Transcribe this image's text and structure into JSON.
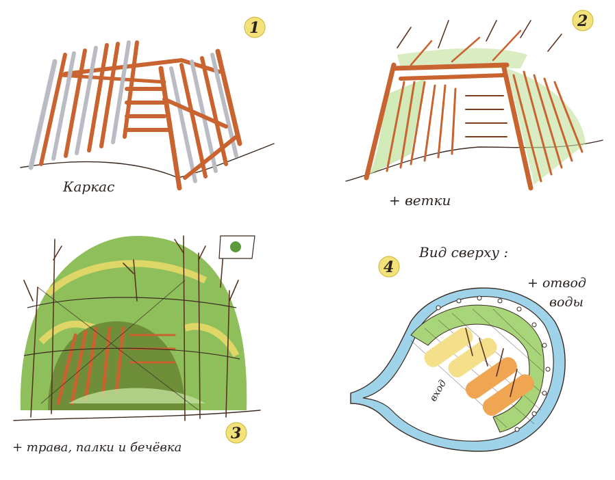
{
  "panels": [
    {
      "number": "1",
      "caption": "Каркас"
    },
    {
      "number": "2",
      "caption": "+ ветки"
    },
    {
      "number": "3",
      "caption": "+ трава, палки и бечёвка"
    },
    {
      "number": "4",
      "caption": "Вид сверху :"
    }
  ],
  "top_view": {
    "water_label_line1": "+ отвод",
    "water_label_line2": "воды",
    "entrance_label": "вход"
  },
  "colors": {
    "wood": "#c9632f",
    "grass": "#8fbf5a",
    "hay": "#f1dc6a",
    "water": "#9fd3ea",
    "badge": "#f3e27a",
    "sleeper_light": "#f4e08a",
    "sleeper_dark": "#f0a552"
  },
  "flag_icon": "sun-flag-icon"
}
